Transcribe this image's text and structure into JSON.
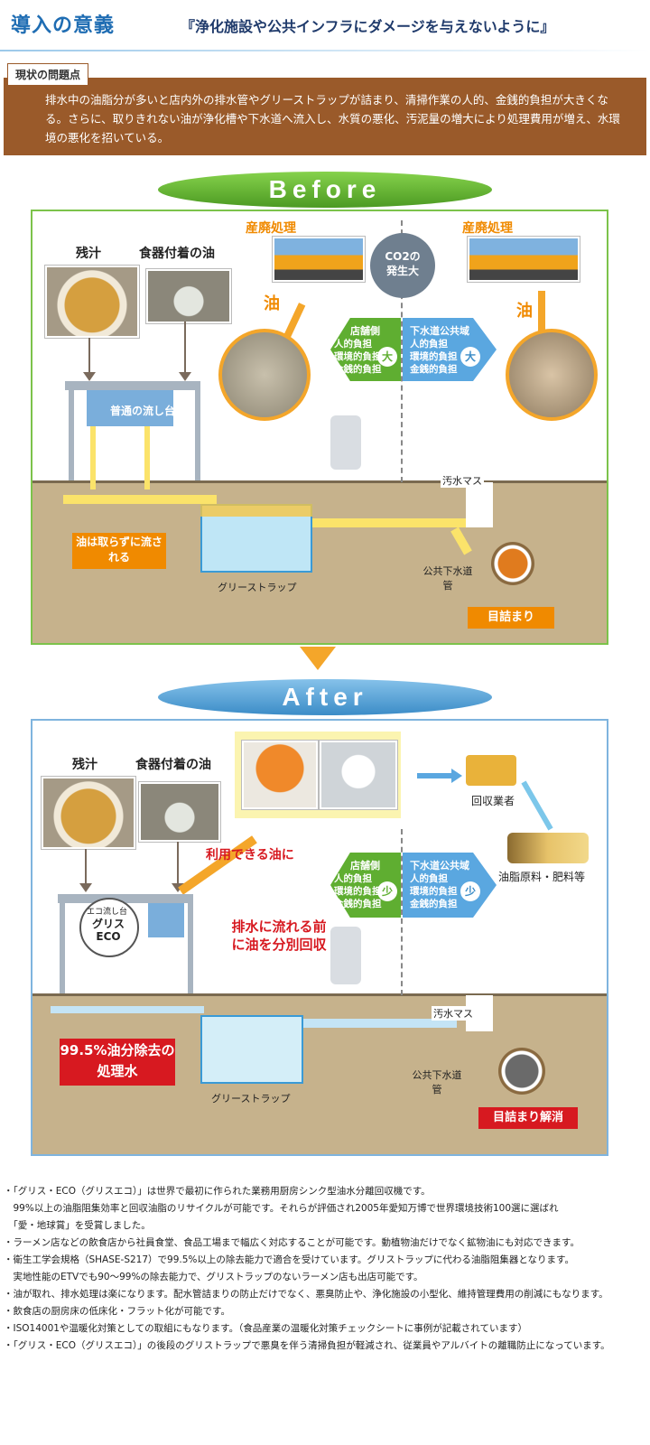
{
  "header": {
    "title": "導入の意義",
    "subtitle": "『浄化施設や公共インフラにダメージを与えないように』"
  },
  "problem": {
    "label": "現状の問題点",
    "text": "排水中の油脂分が多いと店内外の排水管やグリーストラップが詰まり、清掃作業の人的、金銭的負担が大きくなる。さらに、取りきれない油が浄化槽や下水道へ流入し、水質の悪化、汚泥量の増大により処理費用が増え、水環境の悪化を招いている。"
  },
  "before": {
    "ribbon": "Before",
    "zanjiru": "残汁",
    "oil_on_dishes": "食器付着の油",
    "sanpai_left": "産廃処理",
    "sanpai_right": "産廃処理",
    "co2": "CO2の発生大",
    "oil_left": "油",
    "oil_right": "油",
    "shop_side": "店舗側",
    "public_side": "下水道公共域",
    "burden_lines": [
      "人的負担",
      "環境的負担",
      "金銭的負担"
    ],
    "big": "大",
    "sink": "普通の流し台",
    "oil_not_removed": "油は取らずに流される",
    "grease_trap": "グリーストラップ",
    "sewage_mass": "汚水マス",
    "public_sewer": "公共下水道管",
    "clogging": "目詰まり"
  },
  "after": {
    "ribbon": "After",
    "zanjiru": "残汁",
    "oil_on_dishes": "食器付着の油",
    "usable_oil": "利用できる油に",
    "collector": "回収業者",
    "fat_material": "油脂原料・肥料等",
    "shop_side": "店舗側",
    "public_side": "下水道公共域",
    "burden_lines": [
      "人的負担",
      "環境的負担",
      "金銭的負担"
    ],
    "small": "少",
    "eco_sink": "エコ流し台",
    "grease_eco": "グリスECO",
    "separate": "排水に流れる前に油を分別回収",
    "treated": "99.5%油分除去の処理水",
    "grease_trap": "グリーストラップ",
    "sewage_mass": "汚水マス",
    "public_sewer": "公共下水道管",
    "clog_solved": "目詰まり解消"
  },
  "notes": [
    "・「グリス・ECO（グリスエコ）」は世界で最初に作られた業務用厨房シンク型油水分離回収機です。",
    "　99%以上の油脂阻集効率と回収油脂のリサイクルが可能です。それらが評価され2005年愛知万博で世界環境技術100選に選ばれ",
    "　「愛・地球賞」を受賞しました。",
    "・ラーメン店などの飲食店から社員食堂、食品工場まで幅広く対応することが可能です。動植物油だけでなく鉱物油にも対応できます。",
    "・衛生工学会規格（SHASE-S217）で99.5%以上の除去能力で適合を受けています。グリストラップに代わる油脂阻集器となります。",
    "　実地性能のETVでも90～99%の除去能力で、グリストラップのないラーメン店も出店可能です。",
    "・油が取れ、排水処理は楽になります。配水管詰まりの防止だけでなく、悪臭防止や、浄化施設の小型化、維持管理費用の削減にもなります。",
    "・飲食店の厨房床の低床化・フラット化が可能です。",
    "・ISO14001や温暖化対策としての取組にもなります。（食品産業の温暖化対策チェックシートに事例が記載されています）",
    "・「グリス・ECO（グリスエコ）」の後段のグリストラップで悪臭を伴う清掃負担が軽減され、従業員やアルバイトの離職防止になっています。"
  ],
  "colors": {
    "title_blue": "#1f6db3",
    "problem_brown": "#9a5a2a",
    "before_green": "#5fae31",
    "after_blue": "#5aa7e0",
    "oil_orange": "#f4a62a",
    "alert_red": "#d71920"
  }
}
